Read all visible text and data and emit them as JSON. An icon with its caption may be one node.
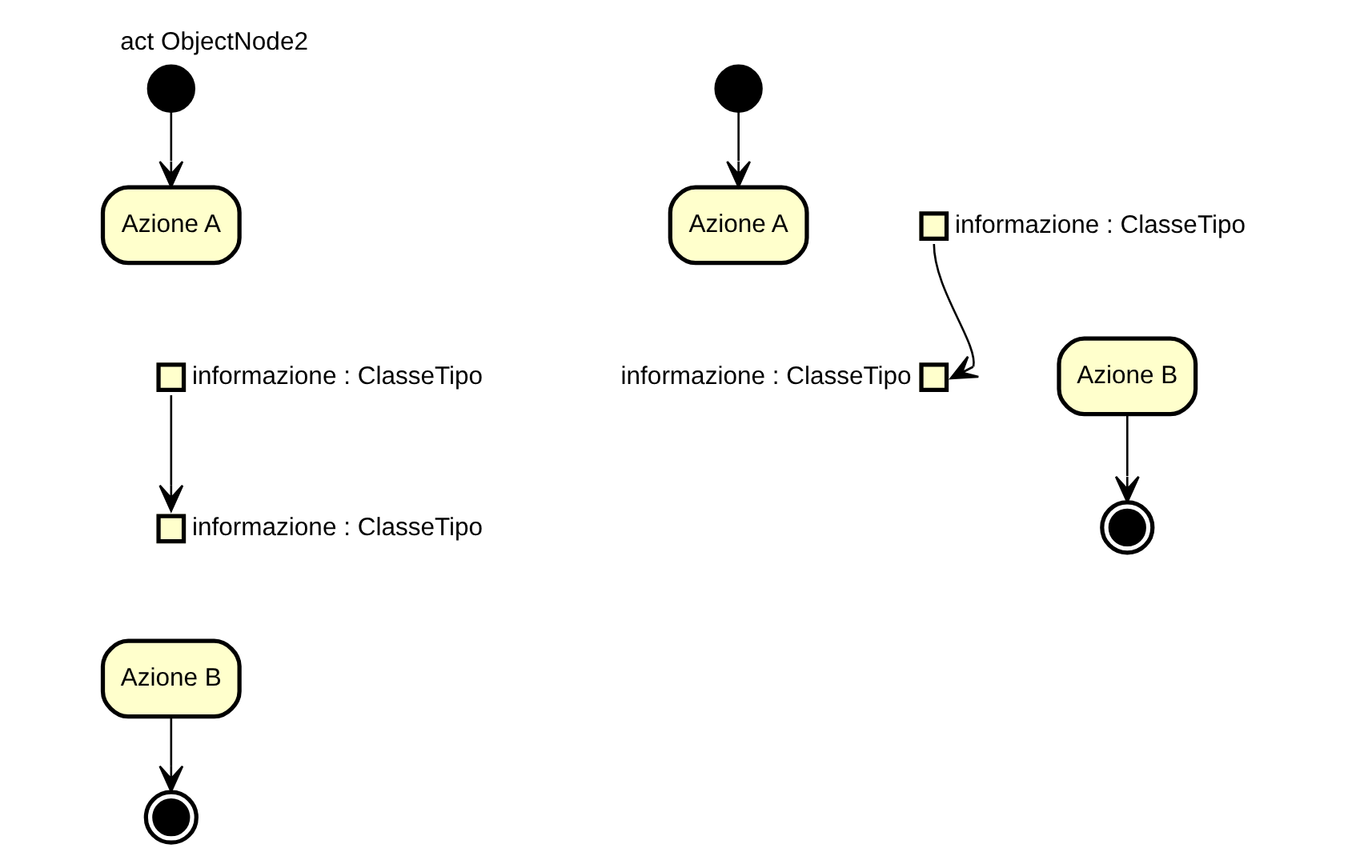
{
  "diagram": {
    "title": "act ObjectNode2",
    "nodes": [
      {
        "text": [],
        "shape": "circle"
      },
      {
        "text": [
          "Azione A"
        ]
      },
      {
        "text": [],
        "shape": "box",
        "beside": [
          "informazione : ClasseTipo"
        ]
      },
      {
        "text": [],
        "shape": "box",
        "beside": [
          "informazione : ClasseTipo"
        ]
      },
      {
        "text": [
          "Azione B"
        ]
      },
      {
        "text": [],
        "shape": "bullseye"
      },
      {
        "text": [],
        "shape": "circle"
      },
      {
        "text": [
          "Azione A"
        ]
      },
      {
        "text": [],
        "shape": "box",
        "beside": [
          "informazione : ClasseTipo"
        ]
      },
      {
        "text": [],
        "shape": "box",
        "beside": [
          "informazione : ClasseTipo"
        ]
      },
      {
        "text": [
          "Azione B"
        ]
      },
      {
        "text": [],
        "shape": "bullseye"
      }
    ],
    "edges": [
      {
        "from": 0,
        "to": 1,
        "arrow": "to"
      },
      {
        "from": 2,
        "to": 3,
        "arrow": "to"
      },
      {
        "from": 4,
        "to": 5,
        "arrow": "to"
      },
      {
        "from": 6,
        "to": 7,
        "arrow": "to"
      },
      {
        "from": 8,
        "to": 9,
        "arrow": "to"
      },
      {
        "from": 10,
        "to": 11,
        "arrow": "to"
      }
    ]
  }
}
